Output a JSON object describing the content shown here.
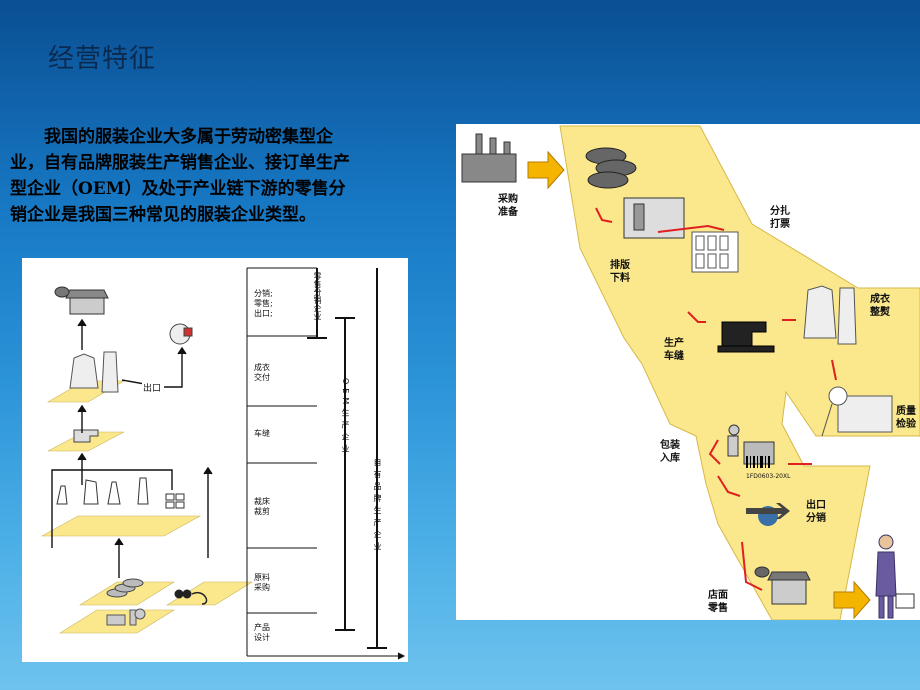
{
  "slide": {
    "title": "经营特征",
    "paragraph": "我国的服装企业大多属于劳动密集型企业，自有品牌服装生产销售企业、接订单生产型企业（OEM）及处于产业链下游的零售分销企业是我国三种常见的服装企业类型。"
  },
  "left_diagram": {
    "export_label": "出口",
    "stages": [
      {
        "label": "分销;\n零售;\n出口;"
      },
      {
        "label": "成衣\n交付"
      },
      {
        "label": "车缝"
      },
      {
        "label": "裁床\n裁剪"
      },
      {
        "label": "原料\n采购"
      },
      {
        "label": "产品\n设计"
      }
    ],
    "bracket_retail": "零售分销企业",
    "bracket_oem": "OEM生产企业",
    "bracket_brand": "自有品牌生产企业"
  },
  "right_diagram": {
    "labels": {
      "procure": "采购\n准备",
      "layout": "排版\n下料",
      "split": "分扎\n打票",
      "sewing": "生产\n车缝",
      "finish": "成衣\n整熨",
      "qc": "质量\n检验",
      "pack": "包装\n入库",
      "barcode": "1FD0603-20XL",
      "export": "出口\n分销",
      "retail": "店面\n零售"
    }
  },
  "colors": {
    "band_yellow": "#fbe88c",
    "arrow_red": "#e02020",
    "arrow_yellow": "#f4b400"
  }
}
